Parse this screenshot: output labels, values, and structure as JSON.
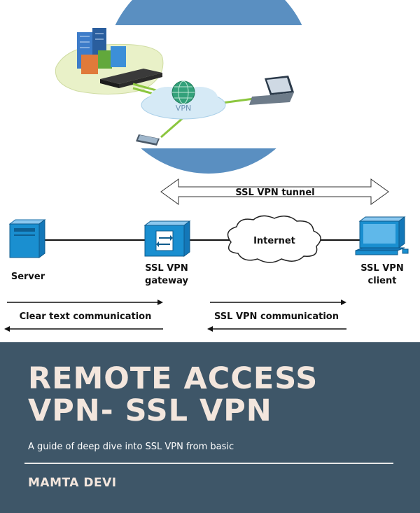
{
  "colors": {
    "cover_band": "#3e5668",
    "title_text": "#f3e6dd",
    "circle_blue": "#5a8fc1",
    "device_blue": "#1a8fd0",
    "cloud_green_line": "#8cc63f"
  },
  "illustration": {
    "cloud_label": "VPN",
    "icons": [
      "building-icon",
      "router-icon",
      "globe-icon",
      "cloud-icon",
      "laptop-icon",
      "phone-icon"
    ]
  },
  "diagram": {
    "tunnel_label": "SSL VPN tunnel",
    "internet_label": "Internet",
    "server_label": "Server",
    "gateway_label_line1": "SSL VPN",
    "gateway_label_line2": "gateway",
    "client_label_line1": "SSL VPN",
    "client_label_line2": "client",
    "clear_text_label": "Clear text communication",
    "ssl_comm_label": "SSL VPN communication"
  },
  "cover": {
    "title_line1": "REMOTE ACCESS",
    "title_line2": "VPN- SSL VPN",
    "subtitle": "A guide of deep dive into SSL VPN from basic",
    "author": "MAMTA DEVI"
  }
}
